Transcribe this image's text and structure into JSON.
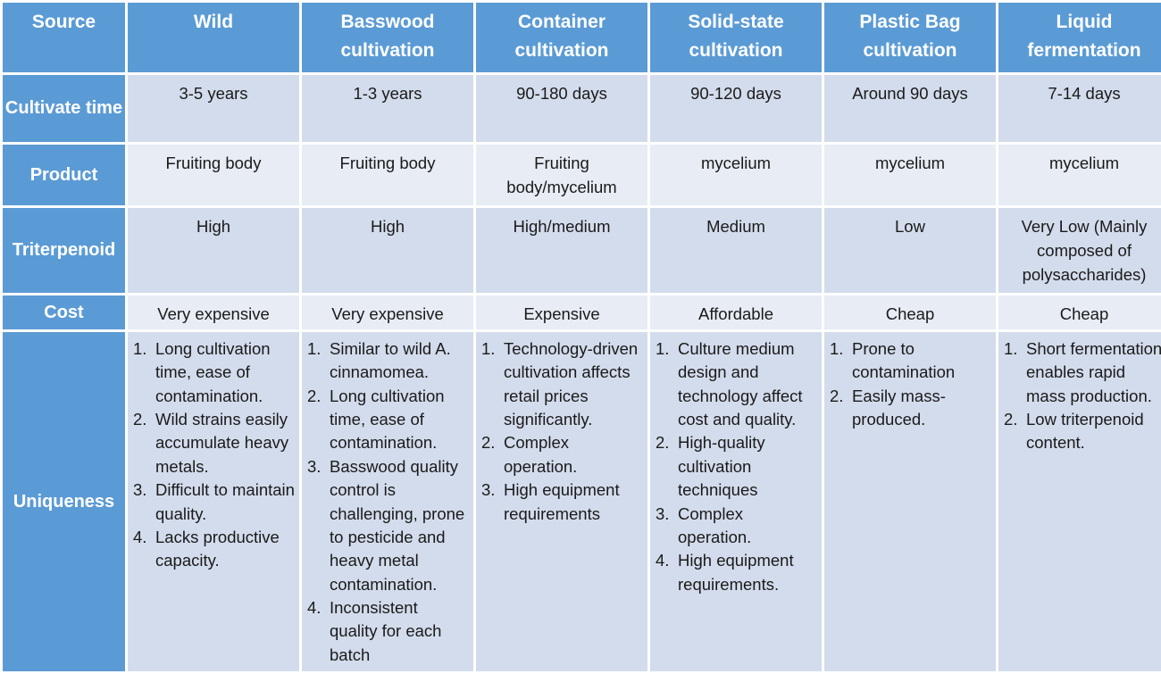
{
  "colors": {
    "header_blue": "#5b9bd5",
    "row_shade_dark": "#d3dcec",
    "row_shade_light": "#e7ecf5",
    "header_text": "#ffffff",
    "body_text": "#1a1a1a",
    "page_background": "#ffffff"
  },
  "table": {
    "columns": [
      {
        "key": "source",
        "label": "Source"
      },
      {
        "key": "wild",
        "label": "Wild"
      },
      {
        "key": "basswood",
        "label": "Basswood cultivation"
      },
      {
        "key": "container",
        "label": "Container cultivation"
      },
      {
        "key": "solid",
        "label": "Solid-state cultivation"
      },
      {
        "key": "plastic",
        "label": "Plastic Bag cultivation"
      },
      {
        "key": "liquid",
        "label": "Liquid fermentation"
      }
    ],
    "rows": [
      {
        "label": "Cultivate time",
        "type": "text",
        "cells": [
          "3-5 years",
          "1-3 years",
          "90-180 days",
          "90-120 days",
          "Around 90 days",
          "7-14 days"
        ]
      },
      {
        "label": "Product",
        "type": "text",
        "cells": [
          "Fruiting body",
          "Fruiting body",
          "Fruiting body/mycelium",
          "mycelium",
          "mycelium",
          "mycelium"
        ]
      },
      {
        "label": "Triterpenoid",
        "type": "text",
        "cells": [
          "High",
          "High",
          "High/medium",
          "Medium",
          "Low",
          "Very Low (Mainly composed of polysaccharides)"
        ]
      },
      {
        "label": "Cost",
        "type": "text",
        "cells": [
          "Very expensive",
          "Very expensive",
          "Expensive",
          "Affordable",
          "Cheap",
          "Cheap"
        ]
      },
      {
        "label": "Uniqueness",
        "type": "list",
        "cells": [
          [
            "Long cultivation time, ease of contamination.",
            "Wild strains easily accumulate heavy metals.",
            "Difficult to maintain quality.",
            "Lacks productive capacity."
          ],
          [
            "Similar to wild A. cinnamomea.",
            "Long cultivation time, ease of contamination.",
            "Basswood quality control is challenging, prone to pesticide and heavy metal contamination.",
            "Inconsistent quality for each batch"
          ],
          [
            "Technology-driven cultivation affects retail prices significantly.",
            "Complex operation.",
            "High equipment requirements"
          ],
          [
            "Culture medium design and technology affect cost and quality.",
            "High-quality cultivation techniques",
            "Complex operation.",
            "High equipment requirements."
          ],
          [
            "Prone to contamination",
            "Easily mass-produced."
          ],
          [
            "Short fermentation enables rapid mass production.",
            "Low triterpenoid content."
          ]
        ]
      }
    ]
  }
}
